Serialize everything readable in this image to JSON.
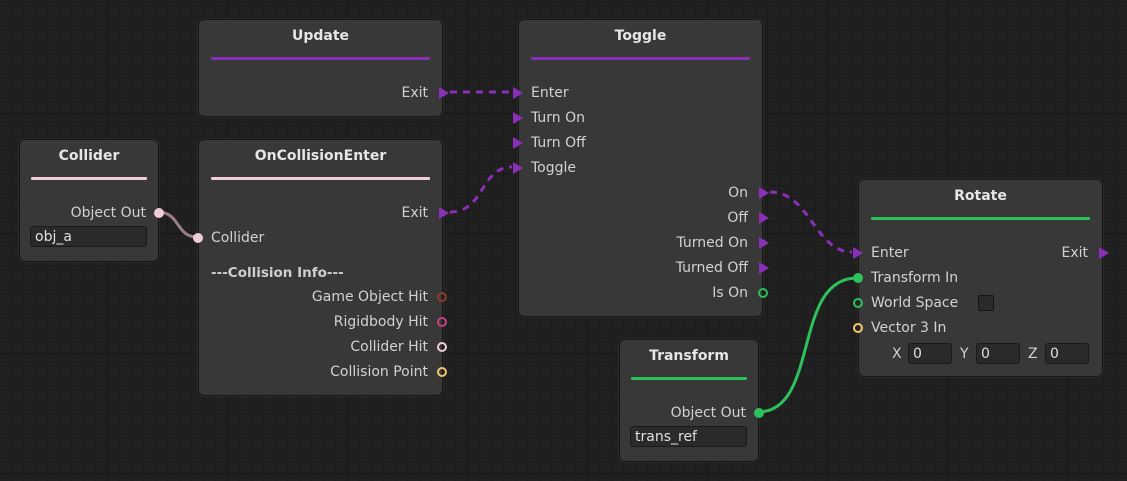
{
  "colors": {
    "flow": "#8a2fb8",
    "transform": "#2dc15b",
    "collider": "#f0cdd6",
    "game_object": "#8b3a2b",
    "rigidbody": "#c44083",
    "vector3": "#f2c46b"
  },
  "nodes": {
    "update": {
      "title": "Update",
      "exit": "Exit"
    },
    "toggle": {
      "title": "Toggle",
      "inputs": [
        "Enter",
        "Turn On",
        "Turn Off",
        "Toggle"
      ],
      "outputs": [
        "On",
        "Off",
        "Turned On",
        "Turned Off",
        "Is On"
      ]
    },
    "collider": {
      "title": "Collider",
      "output": "Object Out",
      "value": "obj_a"
    },
    "on_collision_enter": {
      "title": "OnCollisionEnter",
      "exit": "Exit",
      "input": "Collider",
      "section": "---Collision Info---",
      "outputs": [
        "Game Object Hit",
        "Rigidbody Hit",
        "Collider Hit",
        "Collision Point"
      ]
    },
    "rotate": {
      "title": "Rotate",
      "enter": "Enter",
      "exit": "Exit",
      "transform_in": "Transform In",
      "world_space": "World Space",
      "vector_in": "Vector 3 In",
      "x_label": "X",
      "x": "0",
      "y_label": "Y",
      "y": "0",
      "z_label": "Z",
      "z": "0"
    },
    "transform": {
      "title": "Transform",
      "output": "Object Out",
      "value": "trans_ref"
    }
  }
}
